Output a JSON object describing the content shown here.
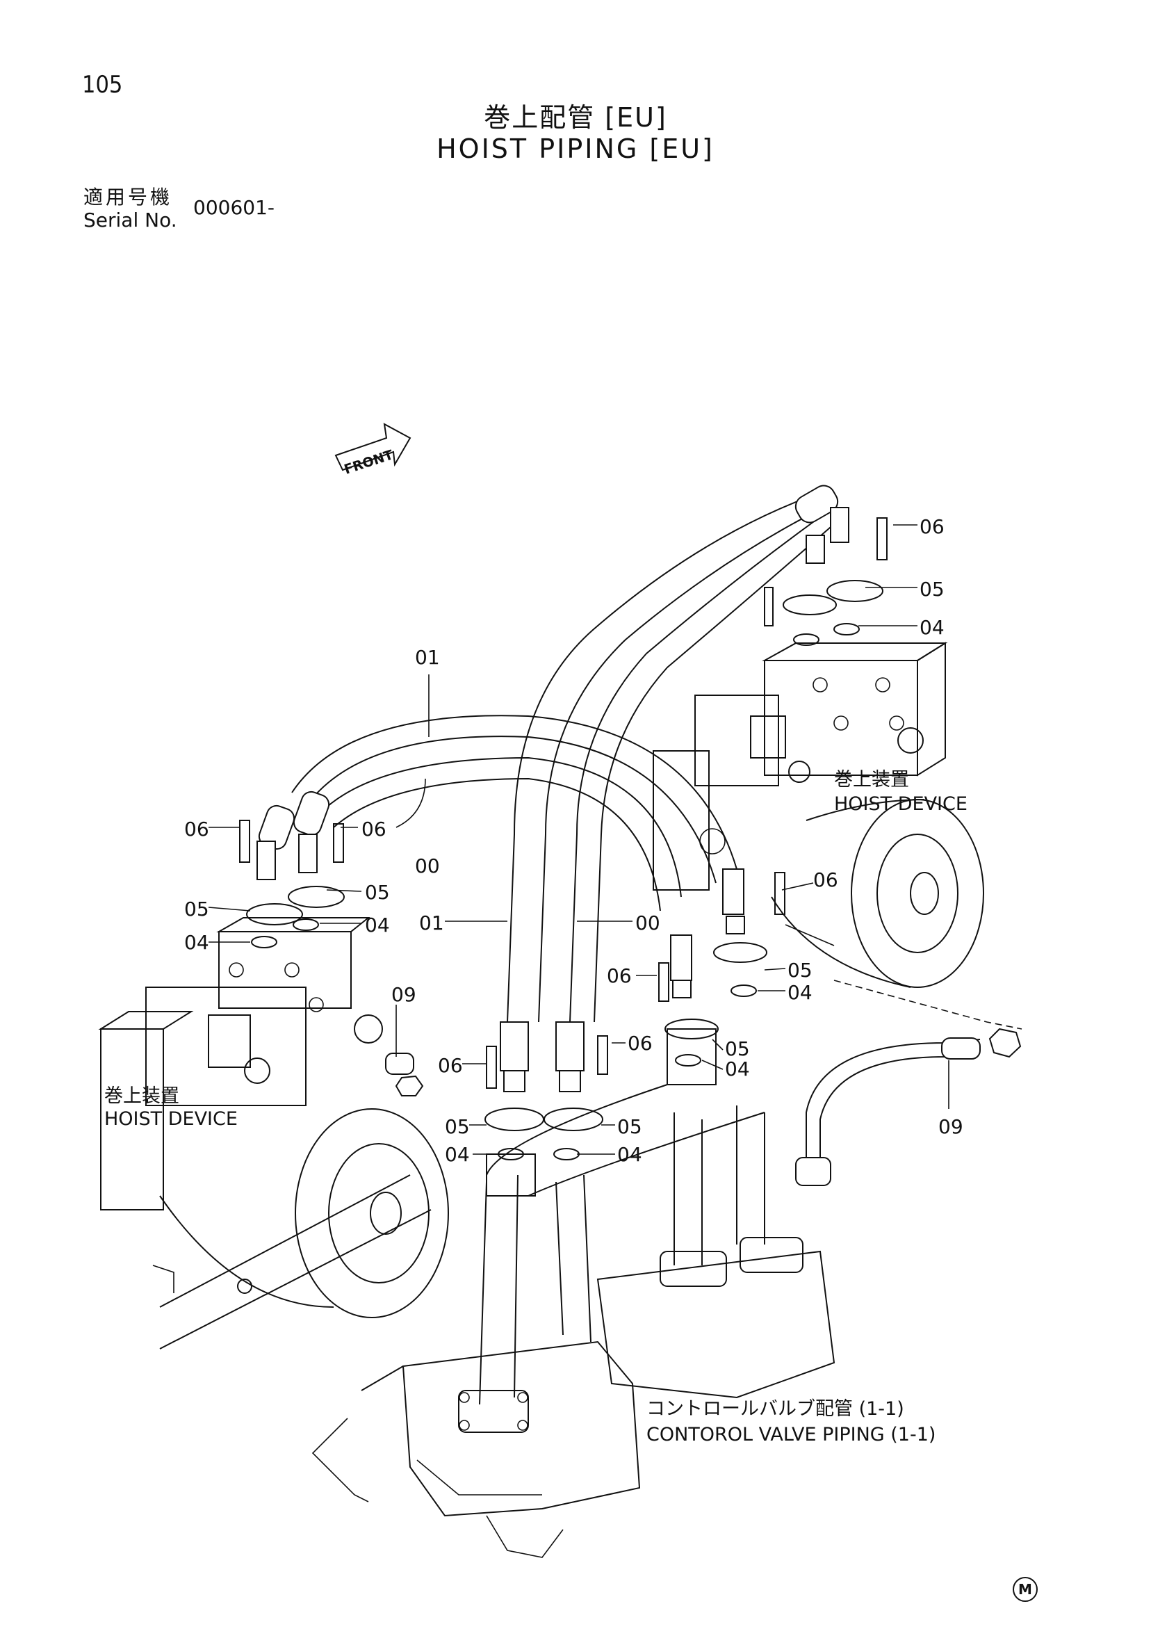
{
  "page_number": "105",
  "title": {
    "jp": "巻上配管 [EU]",
    "en": "HOIST PIPING [EU]"
  },
  "serial": {
    "label_jp": "適用号機",
    "label_en": "Serial No.",
    "value": "000601-"
  },
  "front_arrow": "FRONT",
  "part_labels": {
    "p06_top": "06",
    "p05_top": "05",
    "p04_top": "04",
    "p01_upper": "01",
    "p00_upper": "00",
    "p06_left_a": "06",
    "p06_left_b": "06",
    "p05_left_a": "05",
    "p05_left_b": "05",
    "p04_left_a": "04",
    "p04_left_b": "04",
    "p01_mid": "01",
    "p00_mid": "00",
    "p06_right_mid": "06",
    "p05_right_mid": "05",
    "p04_right_mid": "04",
    "p06_center": "06",
    "p05_center": "05",
    "p04_center": "04",
    "p06_low_left": "06",
    "p06_low_mid": "06",
    "p05_low_left": "05",
    "p05_low_right": "05",
    "p04_low_left": "04",
    "p04_low_right": "04",
    "p09_upper": "09",
    "p09_right": "09"
  },
  "callouts": {
    "hoist_right_jp": "巻上装置",
    "hoist_right_en": "HOIST DEVICE",
    "hoist_left_jp": "巻上装置",
    "hoist_left_en": "HOIST DEVICE",
    "cv_jp": "コントロールバルブ配管 (1-1)",
    "cv_en": "CONTOROL VALVE PIPING (1-1)"
  },
  "footer_mark": "M"
}
